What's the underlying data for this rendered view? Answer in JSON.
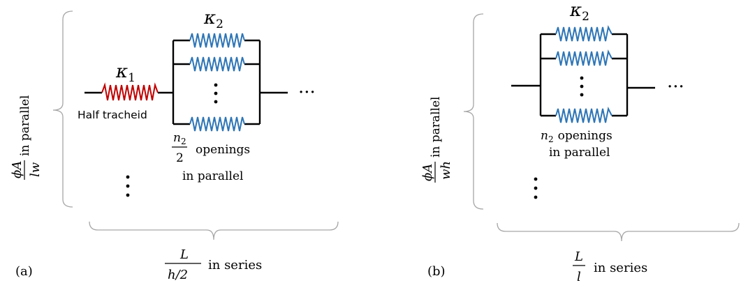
{
  "panel_a": {
    "label": "(a)",
    "kappa1": {
      "sym": "κ",
      "sub": "1"
    },
    "kappa2": {
      "sym": "κ",
      "sub": "2"
    },
    "half_tracheid": "Half tracheid",
    "openings": {
      "num_sym": "n",
      "num_sub": "2",
      "den": "2",
      "line1": "openings",
      "line2": "in parallel"
    },
    "side_fraction": {
      "num": "ϕA",
      "den": "lw",
      "text": "in parallel"
    },
    "bottom_fraction": {
      "num": "L",
      "den": "h/2",
      "text": "in series"
    },
    "ellipsis": "···"
  },
  "panel_b": {
    "label": "(b)",
    "kappa2": {
      "sym": "κ",
      "sub": "2"
    },
    "openings": {
      "sym": "n",
      "sub": "2",
      "line1": "openings",
      "line2": "in parallel"
    },
    "side_fraction": {
      "num": "ϕA",
      "den": "wh",
      "text": "in parallel"
    },
    "bottom_fraction": {
      "num": "L",
      "den": "l",
      "text": "in series"
    },
    "ellipsis": "···"
  },
  "colors": {
    "resistor_red": "#c00000",
    "resistor_blue": "#2e75b6",
    "line": "#000000",
    "brace": "#a6a6a6"
  }
}
